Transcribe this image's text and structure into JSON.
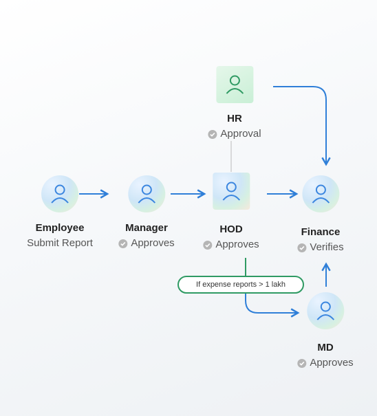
{
  "nodes": {
    "employee": {
      "name": "Employee",
      "sub": "Submit Report"
    },
    "manager": {
      "name": "Manager",
      "sub": "Approves"
    },
    "hod": {
      "name": "HOD",
      "sub": "Approves"
    },
    "hr": {
      "name": "HR",
      "sub": "Approval"
    },
    "finance": {
      "name": "Finance",
      "sub": "Verifies"
    },
    "md": {
      "name": "MD",
      "sub": "Approves"
    }
  },
  "condition_label": "If expense reports > 1 lakh",
  "colors": {
    "arrow_blue": "#2f7fd8",
    "condition_green": "#2f9a63",
    "icon_blue": "#3b86df",
    "icon_green": "#2f9a63",
    "check_grey": "#b5b5b5"
  },
  "icons": [
    "user-icon",
    "check-icon"
  ]
}
